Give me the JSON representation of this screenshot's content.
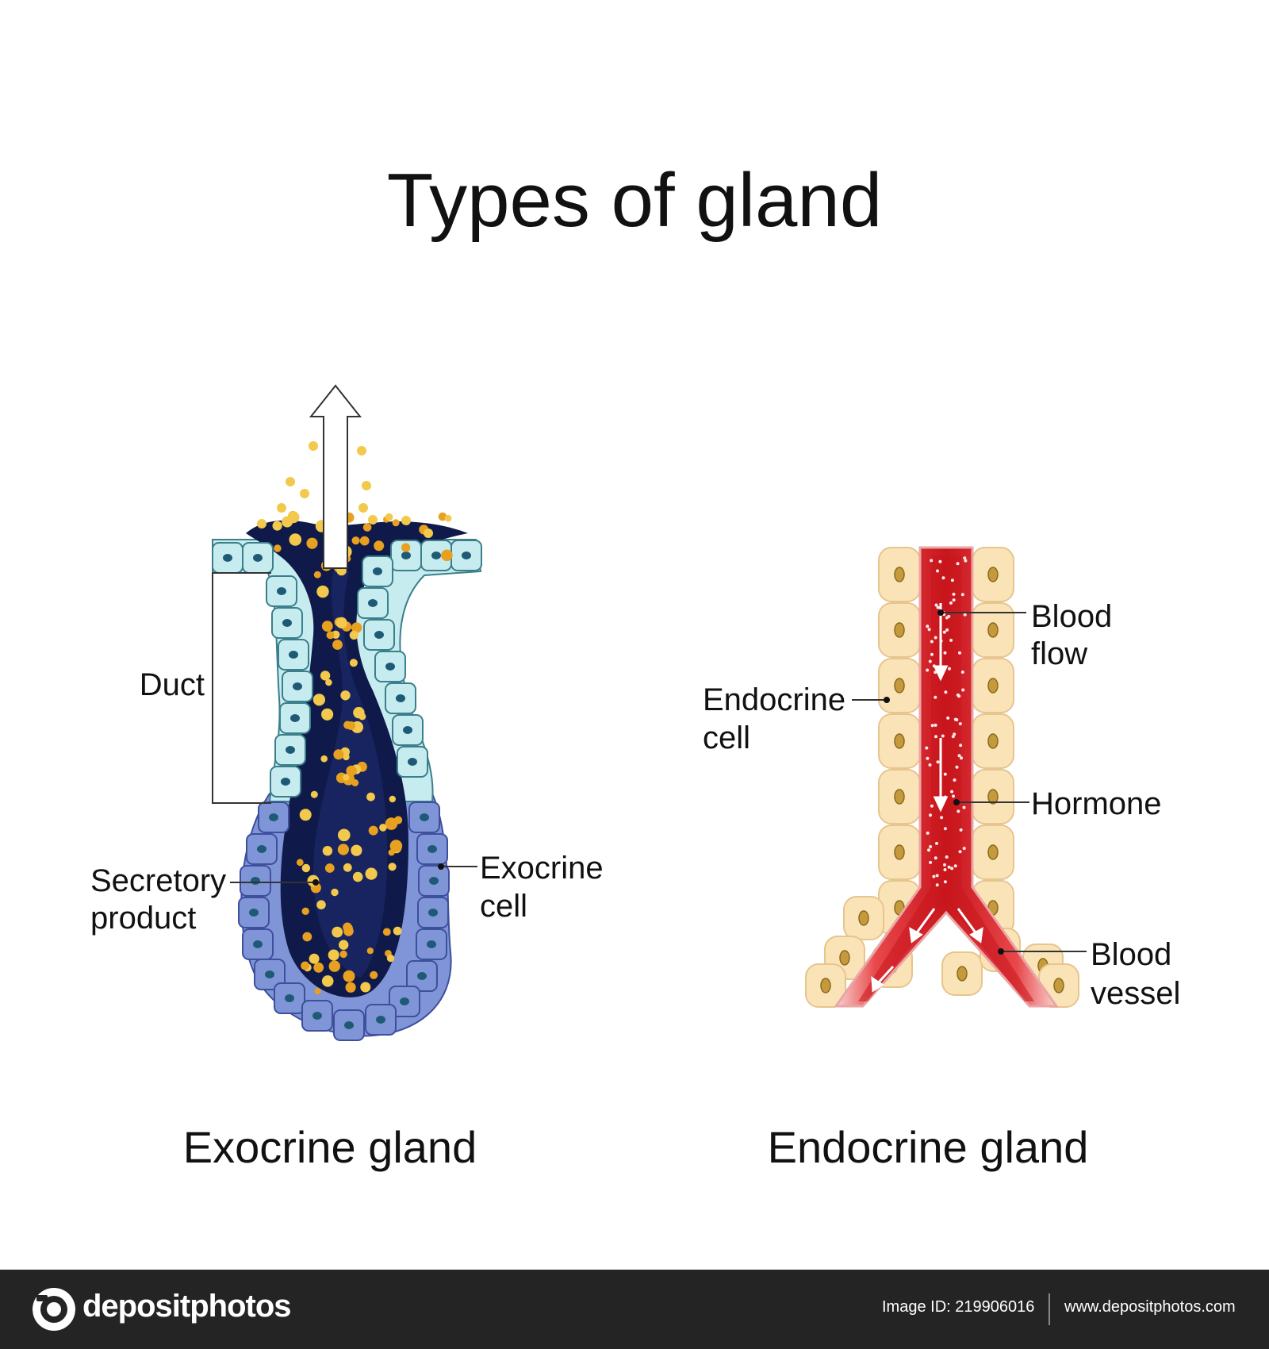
{
  "title": "Types of gland",
  "exocrine": {
    "caption": "Exocrine gland",
    "labels": {
      "duct": "Duct",
      "secretory_line1": "Secretory",
      "secretory_line2": "product",
      "cell_line1": "Exocrine",
      "cell_line2": "cell"
    }
  },
  "endocrine": {
    "caption": "Endocrine gland",
    "labels": {
      "flow_line1": "Blood",
      "flow_line2": "flow",
      "cell_line1": "Endocrine",
      "cell_line2": "cell",
      "hormone": "Hormone",
      "vessel_line1": "Blood",
      "vessel_line2": "vessel"
    }
  },
  "footer": {
    "brand": "depositphotos",
    "image_id": "Image ID: 219906016",
    "website": "www.depositphotos.com"
  },
  "colors": {
    "duct_cell": "#c7ecf0",
    "secretory_cell": "#7f95d8",
    "lumen": "#101a4a",
    "granule": "#f2c94c",
    "granule_dark": "#e8a020",
    "endocrine_cell": "#fbe3b8",
    "vessel": "#d42027",
    "footer_bg": "#242424"
  }
}
